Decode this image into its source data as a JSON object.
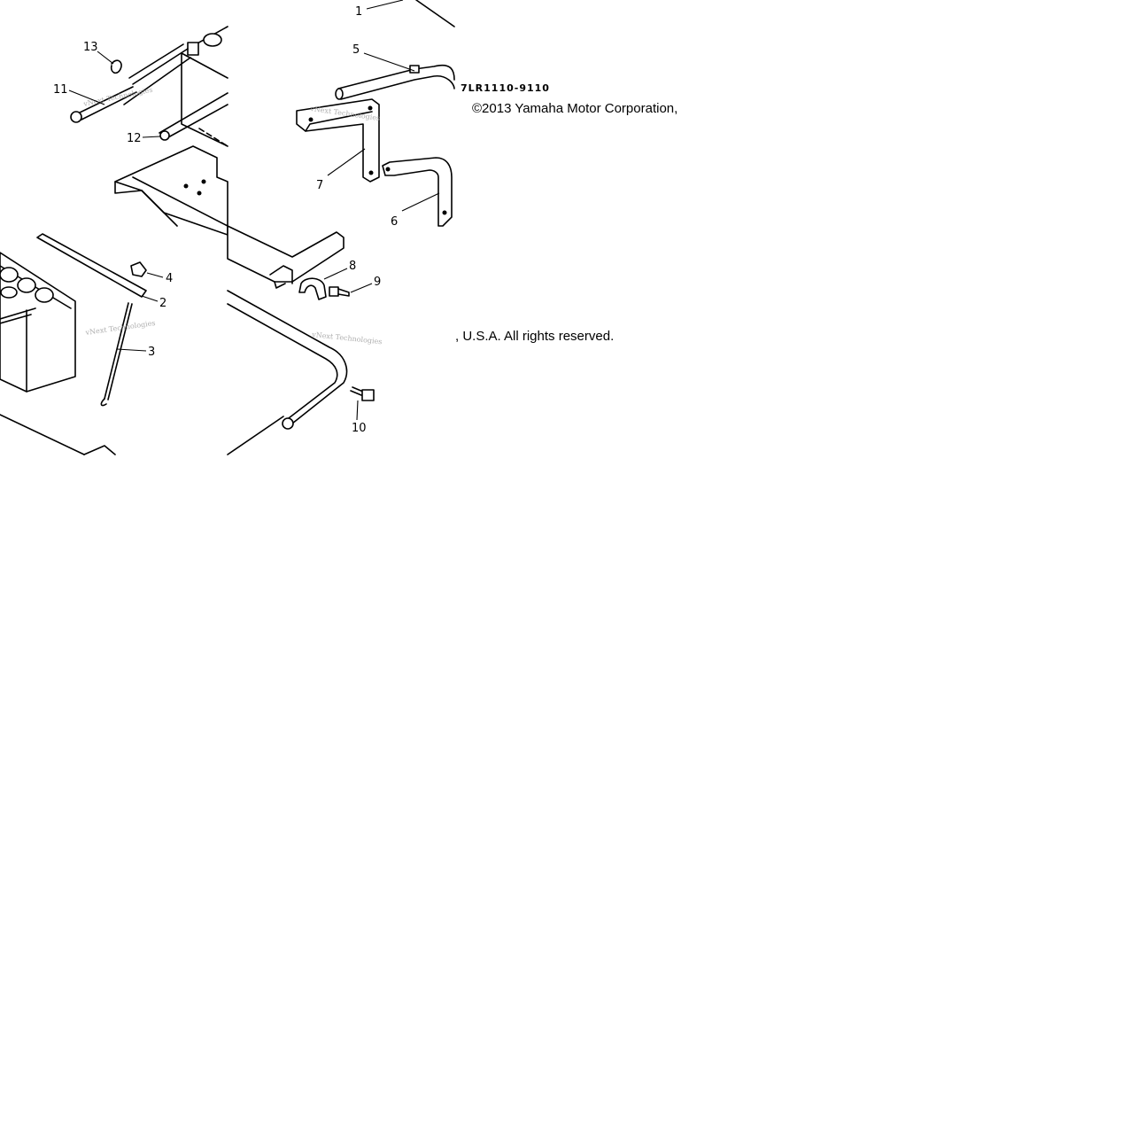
{
  "diagram": {
    "part_code": "7LR1110-9110",
    "copyright_line1": "©2013 Yamaha Motor Corporation,",
    "copyright_line2": ", U.S.A. All rights reserved.",
    "watermark": "vNext Technologies",
    "callouts": [
      "1",
      "2",
      "3",
      "4",
      "5",
      "6",
      "7",
      "8",
      "9",
      "10",
      "11",
      "12",
      "13"
    ]
  }
}
